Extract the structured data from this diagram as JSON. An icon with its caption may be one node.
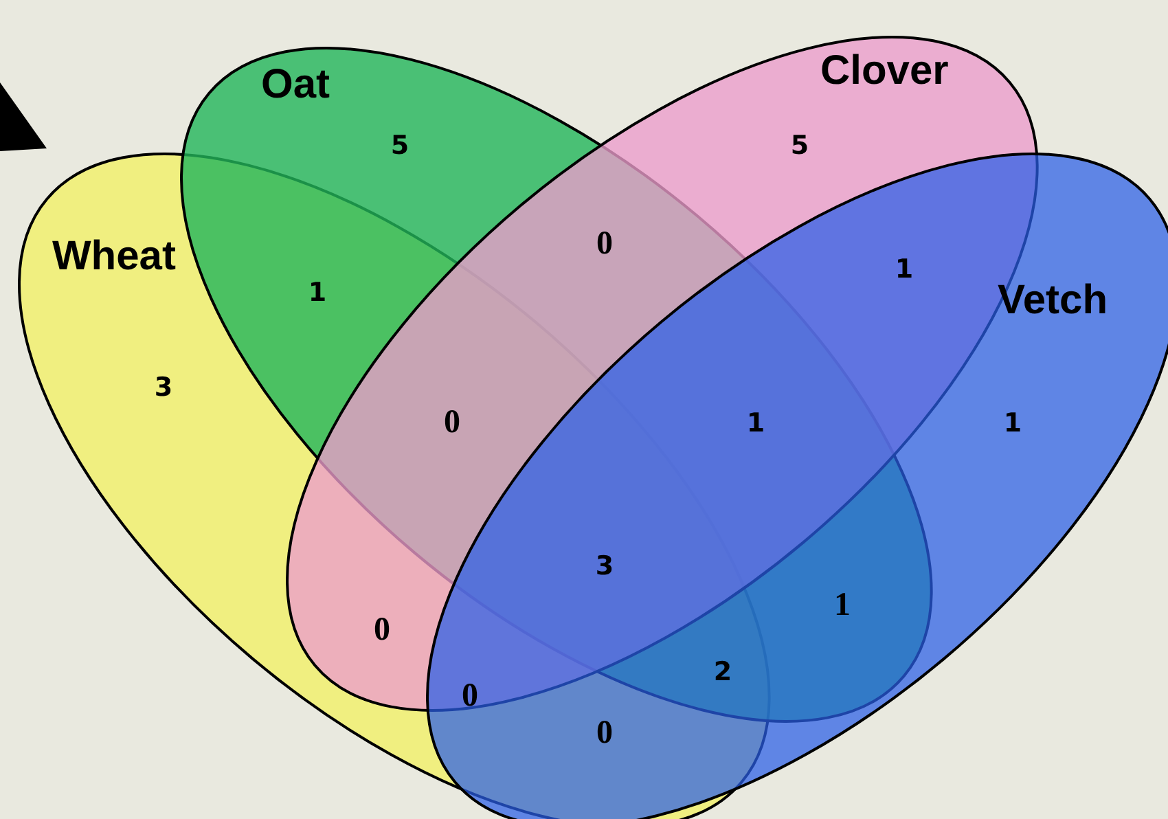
{
  "diagram": {
    "nodes": [
      {
        "text": [
          "Oat"
        ]
      },
      {
        "text": [
          "Clover"
        ]
      },
      {
        "text": [
          "Wheat"
        ]
      },
      {
        "text": [
          "Vetch"
        ]
      }
    ],
    "labels": [
      "5",
      "5",
      "0",
      "1",
      "1",
      "3",
      "0",
      "1",
      "1",
      "3",
      "1",
      "0",
      "2",
      "0",
      "0"
    ]
  }
}
